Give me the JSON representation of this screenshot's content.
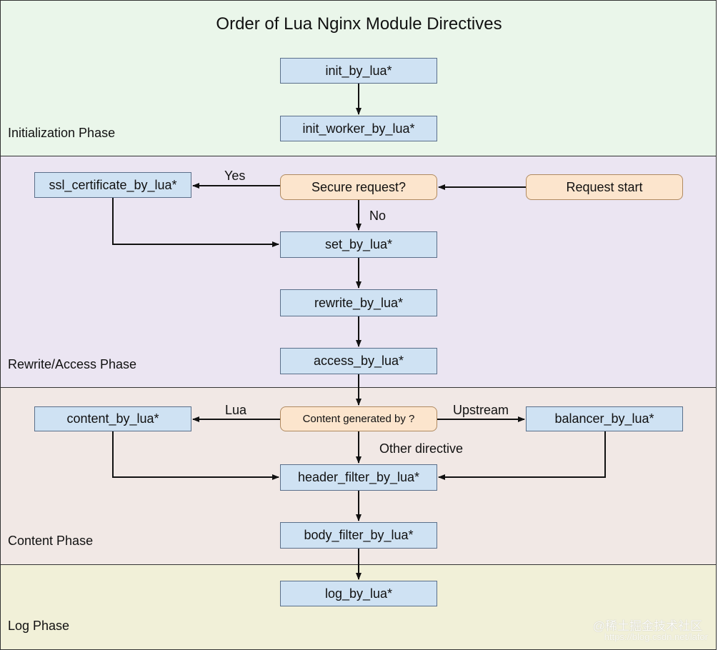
{
  "title": "Order of Lua Nginx Module Directives",
  "phases": {
    "init": "Initialization Phase",
    "rewrite": "Rewrite/Access Phase",
    "content": "Content Phase",
    "log": "Log Phase"
  },
  "nodes": {
    "init_by_lua": "init_by_lua*",
    "init_worker_by_lua": "init_worker_by_lua*",
    "ssl_certificate_by_lua": "ssl_certificate_by_lua*",
    "secure_request": "Secure request?",
    "request_start": "Request start",
    "set_by_lua": "set_by_lua*",
    "rewrite_by_lua": "rewrite_by_lua*",
    "access_by_lua": "access_by_lua*",
    "content_by_lua": "content_by_lua*",
    "content_generated_by": "Content generated by ?",
    "balancer_by_lua": "balancer_by_lua*",
    "header_filter_by_lua": "header_filter_by_lua*",
    "body_filter_by_lua": "body_filter_by_lua*",
    "log_by_lua": "log_by_lua*"
  },
  "edge_labels": {
    "yes": "Yes",
    "no": "No",
    "lua": "Lua",
    "upstream": "Upstream",
    "other_directive": "Other directive"
  },
  "watermark": {
    "main": "@稀土掘金技术社区",
    "sub": "https://blog.csdn.net/lafor"
  }
}
